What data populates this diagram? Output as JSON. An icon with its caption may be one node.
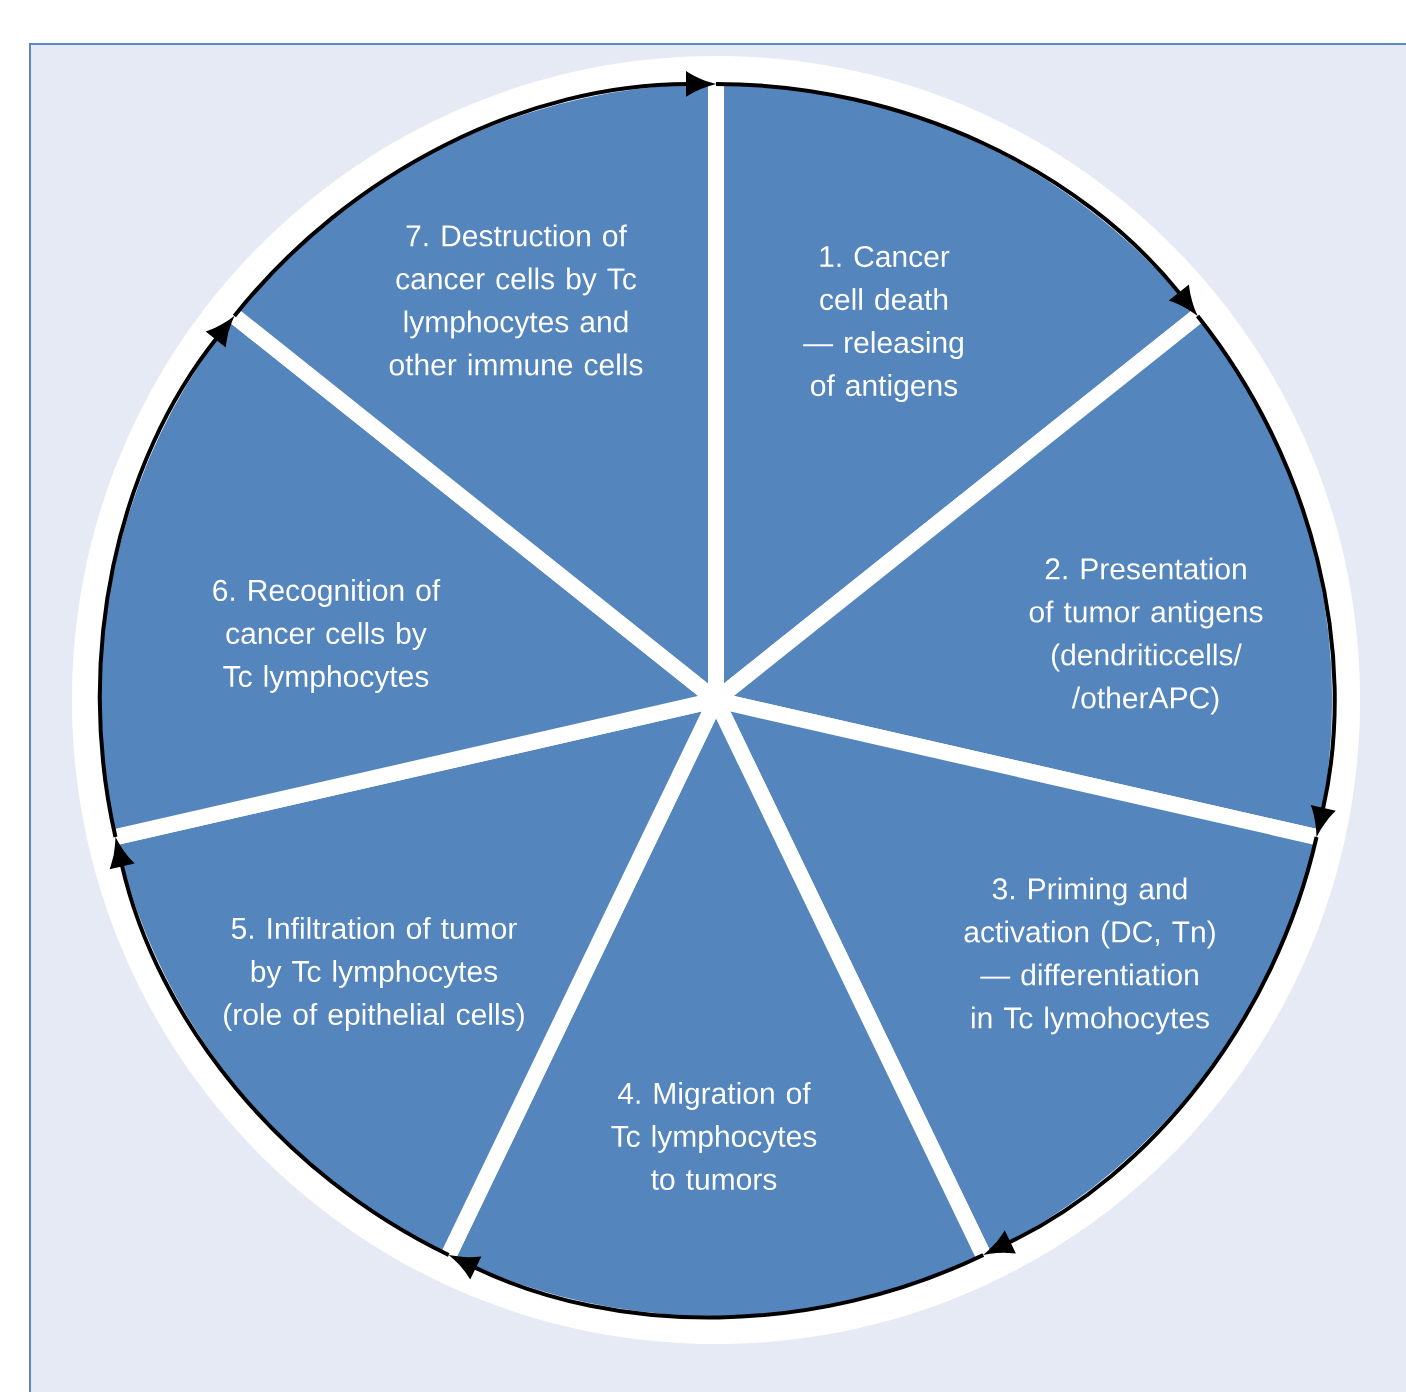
{
  "diagram": {
    "nodes": [
      {
        "text": [
          "1. Cancer cell death — releasing of antigens"
        ]
      },
      {
        "text": [
          "2. Presentation of tumor antigens (dendriticcells/ /otherAPC)"
        ]
      },
      {
        "text": [
          "3. Priming and activation (DC, Tn) — differentiation in Tc lymohocytes"
        ]
      },
      {
        "text": [
          "4. Migration of Tc lymphocytes to tumors"
        ]
      },
      {
        "text": [
          "5. Infiltration of tumor by Tc lymphocytes (role of epithelial cells)"
        ]
      },
      {
        "text": [
          "6. Recognition of cancer cells by Tc lymphocytes"
        ]
      },
      {
        "text": [
          "7. Destruction of cancer cells by Tc lymphocytes and other immune cells"
        ]
      }
    ],
    "edges": [
      {
        "from": 0,
        "to": 1,
        "arrow": "to"
      },
      {
        "from": 1,
        "to": 2,
        "arrow": "to"
      },
      {
        "from": 2,
        "to": 3,
        "arrow": "to"
      },
      {
        "from": 3,
        "to": 4,
        "arrow": "to"
      },
      {
        "from": 4,
        "to": 5,
        "arrow": "to"
      },
      {
        "from": 5,
        "to": 6,
        "arrow": "to"
      },
      {
        "from": 6,
        "to": 0,
        "arrow": "to"
      }
    ]
  }
}
